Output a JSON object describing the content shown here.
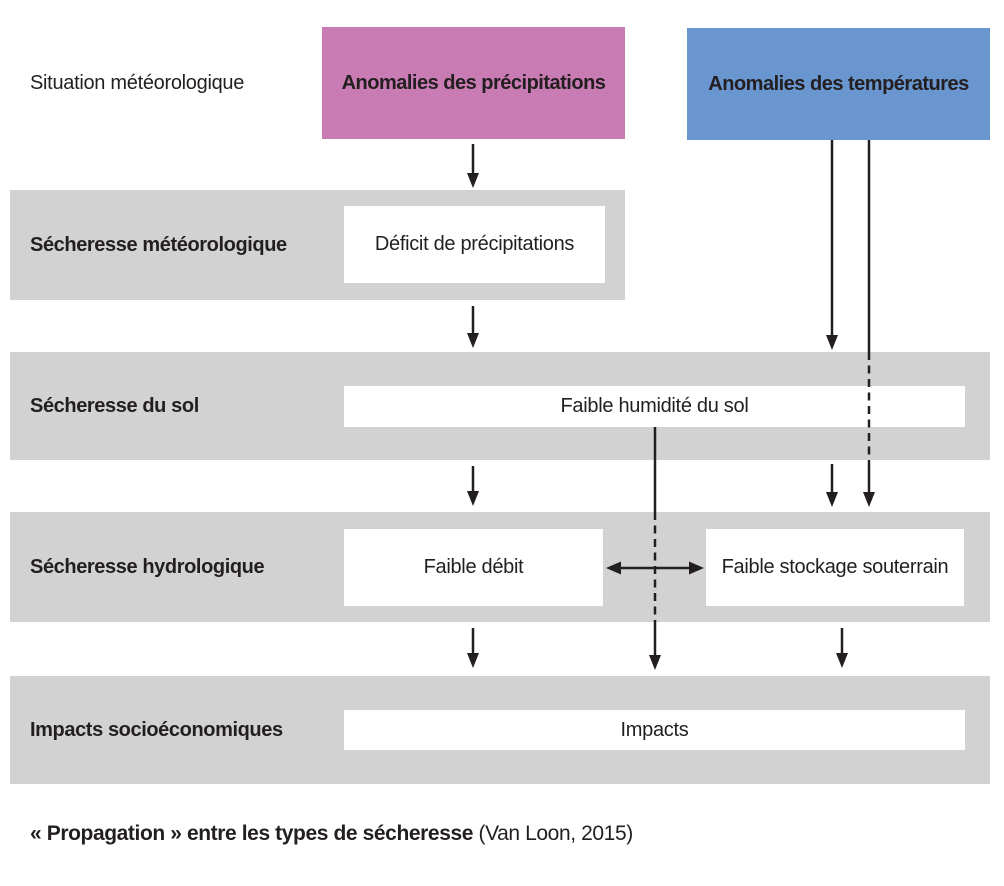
{
  "colors": {
    "precipitation_box": "#c97bb3",
    "temperature_box": "#6a96cf",
    "band_background": "#d2d2d2",
    "box_background": "#ffffff",
    "text": "#231f20",
    "line": "#231f20"
  },
  "header": {
    "situation_label": "Situation météorologique",
    "precipitation_label": "Anomalies des précipitations",
    "temperature_label": "Anomalies des températures"
  },
  "rows": [
    {
      "label": "Sécheresse météorologique",
      "boxes": [
        "Déficit de précipitations"
      ]
    },
    {
      "label": "Sécheresse du sol",
      "boxes": [
        "Faible humidité du sol"
      ]
    },
    {
      "label": "Sécheresse hydrologique",
      "boxes": [
        "Faible débit",
        "Faible stockage souterrain"
      ]
    },
    {
      "label": "Impacts socioéconomiques",
      "boxes": [
        "Impacts"
      ]
    }
  ],
  "caption": {
    "bold": "« Propagation » entre les types de sécheresse",
    "regular": " (Van Loon, 2015)"
  }
}
